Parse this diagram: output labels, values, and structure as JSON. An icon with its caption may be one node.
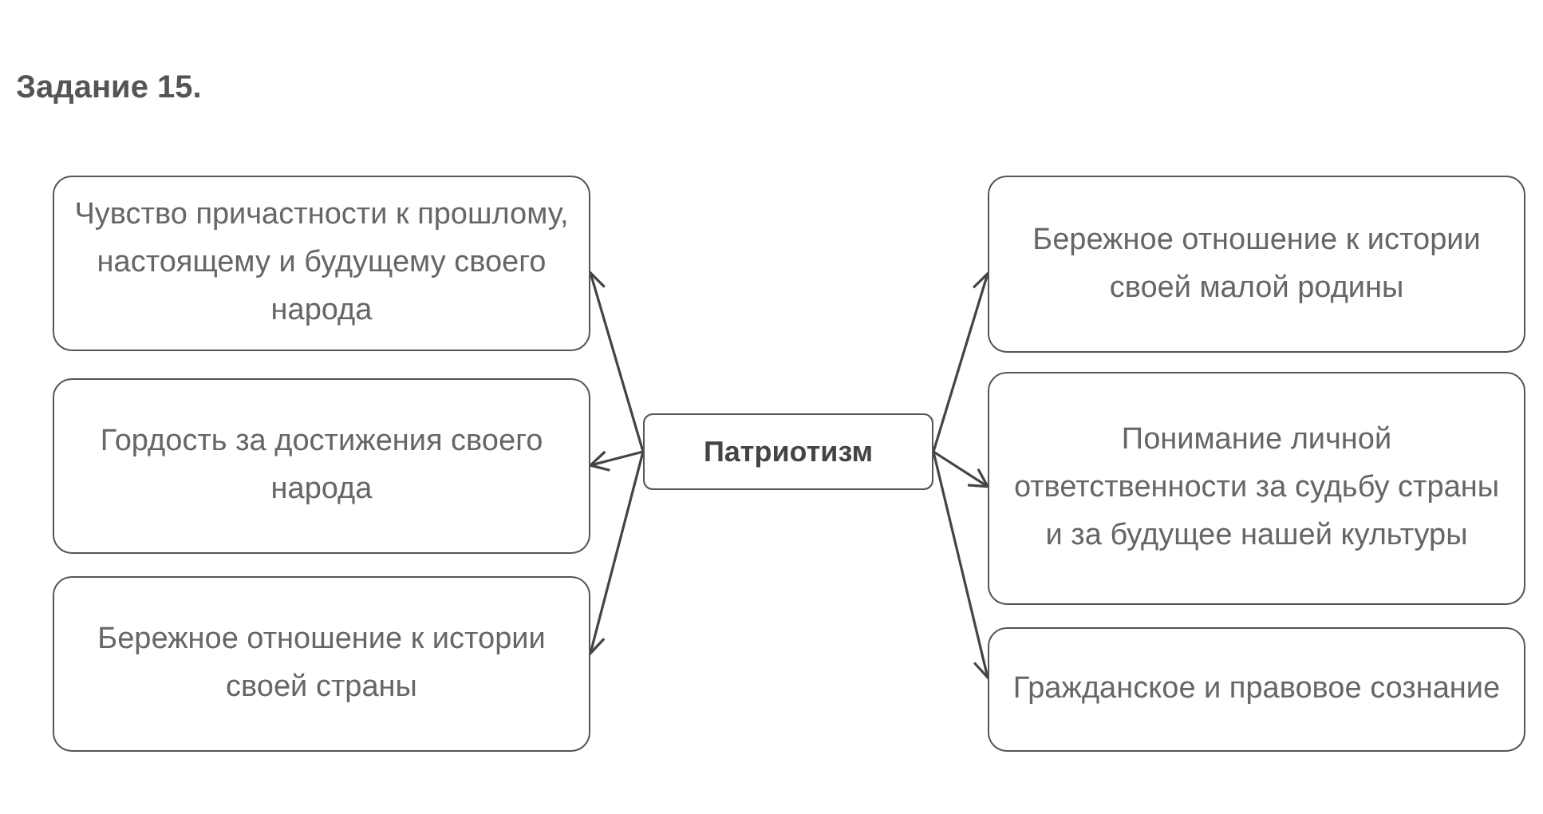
{
  "diagram": {
    "title": "Задание 15.",
    "nodes": [
      {
        "text": [
          "Патриотизм"
        ]
      },
      {
        "text": [
          "Чувство причастности к прошлому, настоящему и будущему своего народа"
        ]
      },
      {
        "text": [
          "Гордость за достижения своего народа"
        ]
      },
      {
        "text": [
          "Бережное отношение к истории своей страны"
        ]
      },
      {
        "text": [
          "Бережное отношение к истории своей малой родины"
        ]
      },
      {
        "text": [
          "Понимание личной ответственности за судьбу страны и за будущее нашей культуры"
        ]
      },
      {
        "text": [
          "Гражданское и правовое сознание"
        ]
      }
    ],
    "edges": [
      {
        "from": 0,
        "to": 1,
        "arrow": "to"
      },
      {
        "from": 0,
        "to": 2,
        "arrow": "to"
      },
      {
        "from": 0,
        "to": 3,
        "arrow": "to"
      },
      {
        "from": 0,
        "to": 4,
        "arrow": "to"
      },
      {
        "from": 0,
        "to": 5,
        "arrow": "to"
      },
      {
        "from": 0,
        "to": 6,
        "arrow": "to"
      }
    ]
  }
}
